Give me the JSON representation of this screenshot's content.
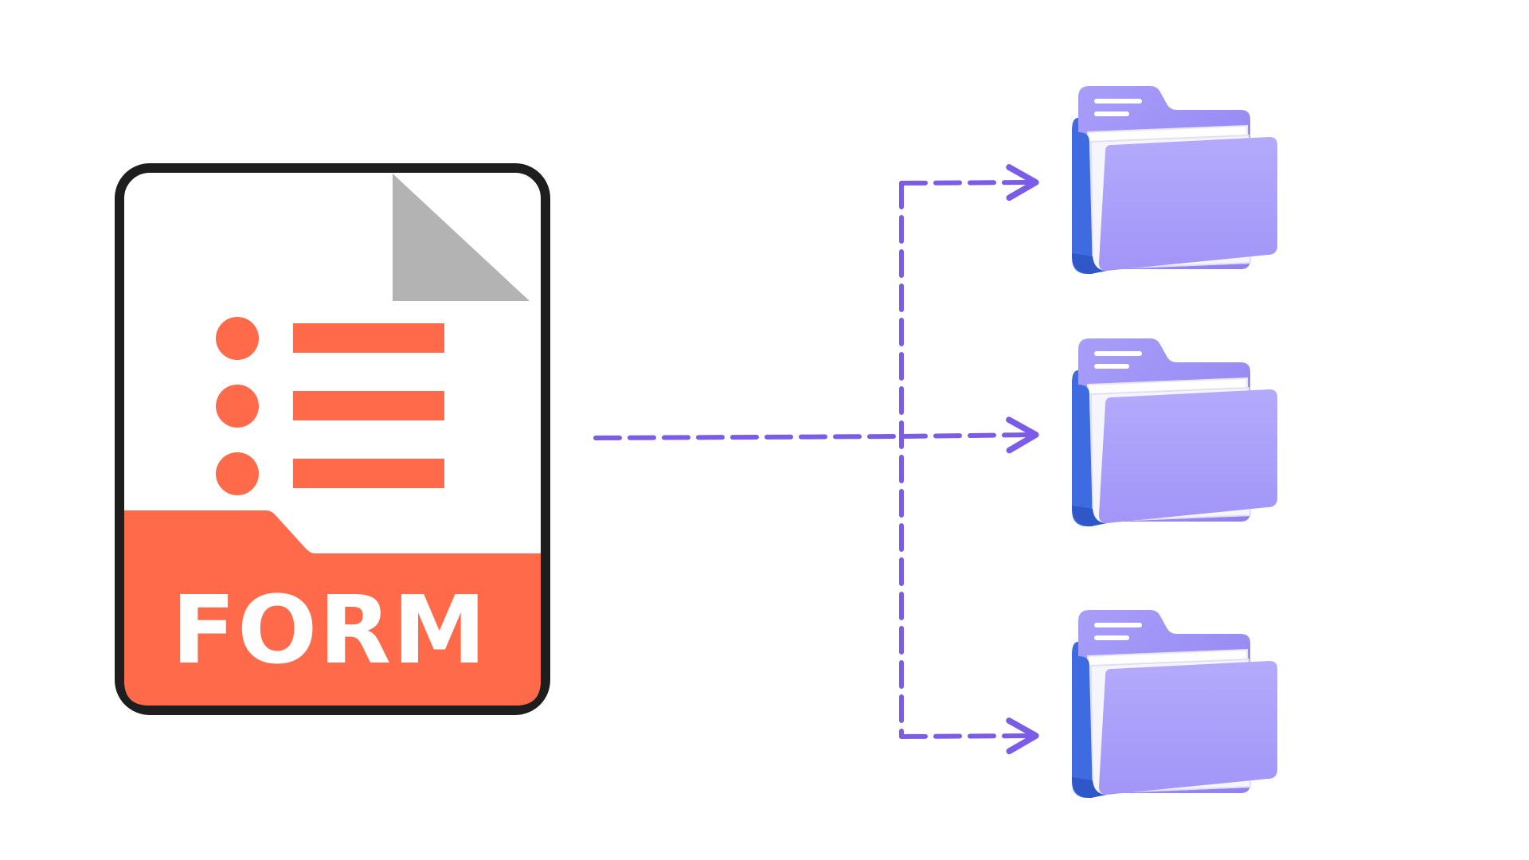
{
  "form_document": {
    "label": "FORM",
    "accent_color": "#FF6B4A",
    "border_color": "#1e1e1e",
    "corner_fold_color": "#b3b3b3",
    "list_rows": 3,
    "icon": "form-document-icon"
  },
  "connector": {
    "color": "#7B5CE6",
    "style": "dashed",
    "icon": "arrow-right-icon"
  },
  "folders": [
    {
      "icon": "folder-icon"
    },
    {
      "icon": "folder-icon"
    },
    {
      "icon": "folder-icon"
    }
  ],
  "colors": {
    "folder_front": "#ACA2FB",
    "folder_back": "#9C8FF5",
    "folder_edge": "#3F6BE0",
    "paper": "#FFFFFF"
  }
}
